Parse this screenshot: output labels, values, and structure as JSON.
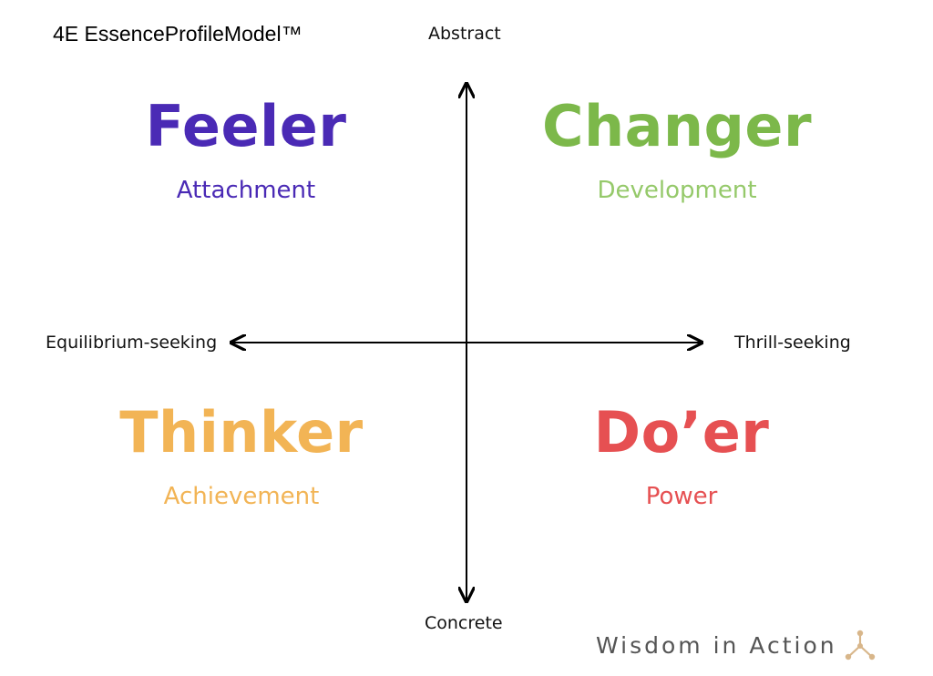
{
  "title": "4E EssenceProfileModel™",
  "axes": {
    "top": "Abstract",
    "bottom": "Concrete",
    "left": "Equilibrium-seeking",
    "right": "Thrill-seeking"
  },
  "quadrants": {
    "feeler": {
      "name": "Feeler",
      "need": "Attachment",
      "color": "#4a2ab5"
    },
    "changer": {
      "name": "Changer",
      "need": "Development",
      "color": "#7cb84a",
      "need_color": "#95c96a"
    },
    "thinker": {
      "name": "Thinker",
      "need": "Achievement",
      "color": "#f2b455"
    },
    "doer": {
      "name": "Do’er",
      "need": "Power",
      "color": "#e65052"
    }
  },
  "brand": {
    "text": "Wisdom in Action",
    "logo_icon": "tri-node-logo-icon",
    "logo_color": "#d8b68a"
  }
}
